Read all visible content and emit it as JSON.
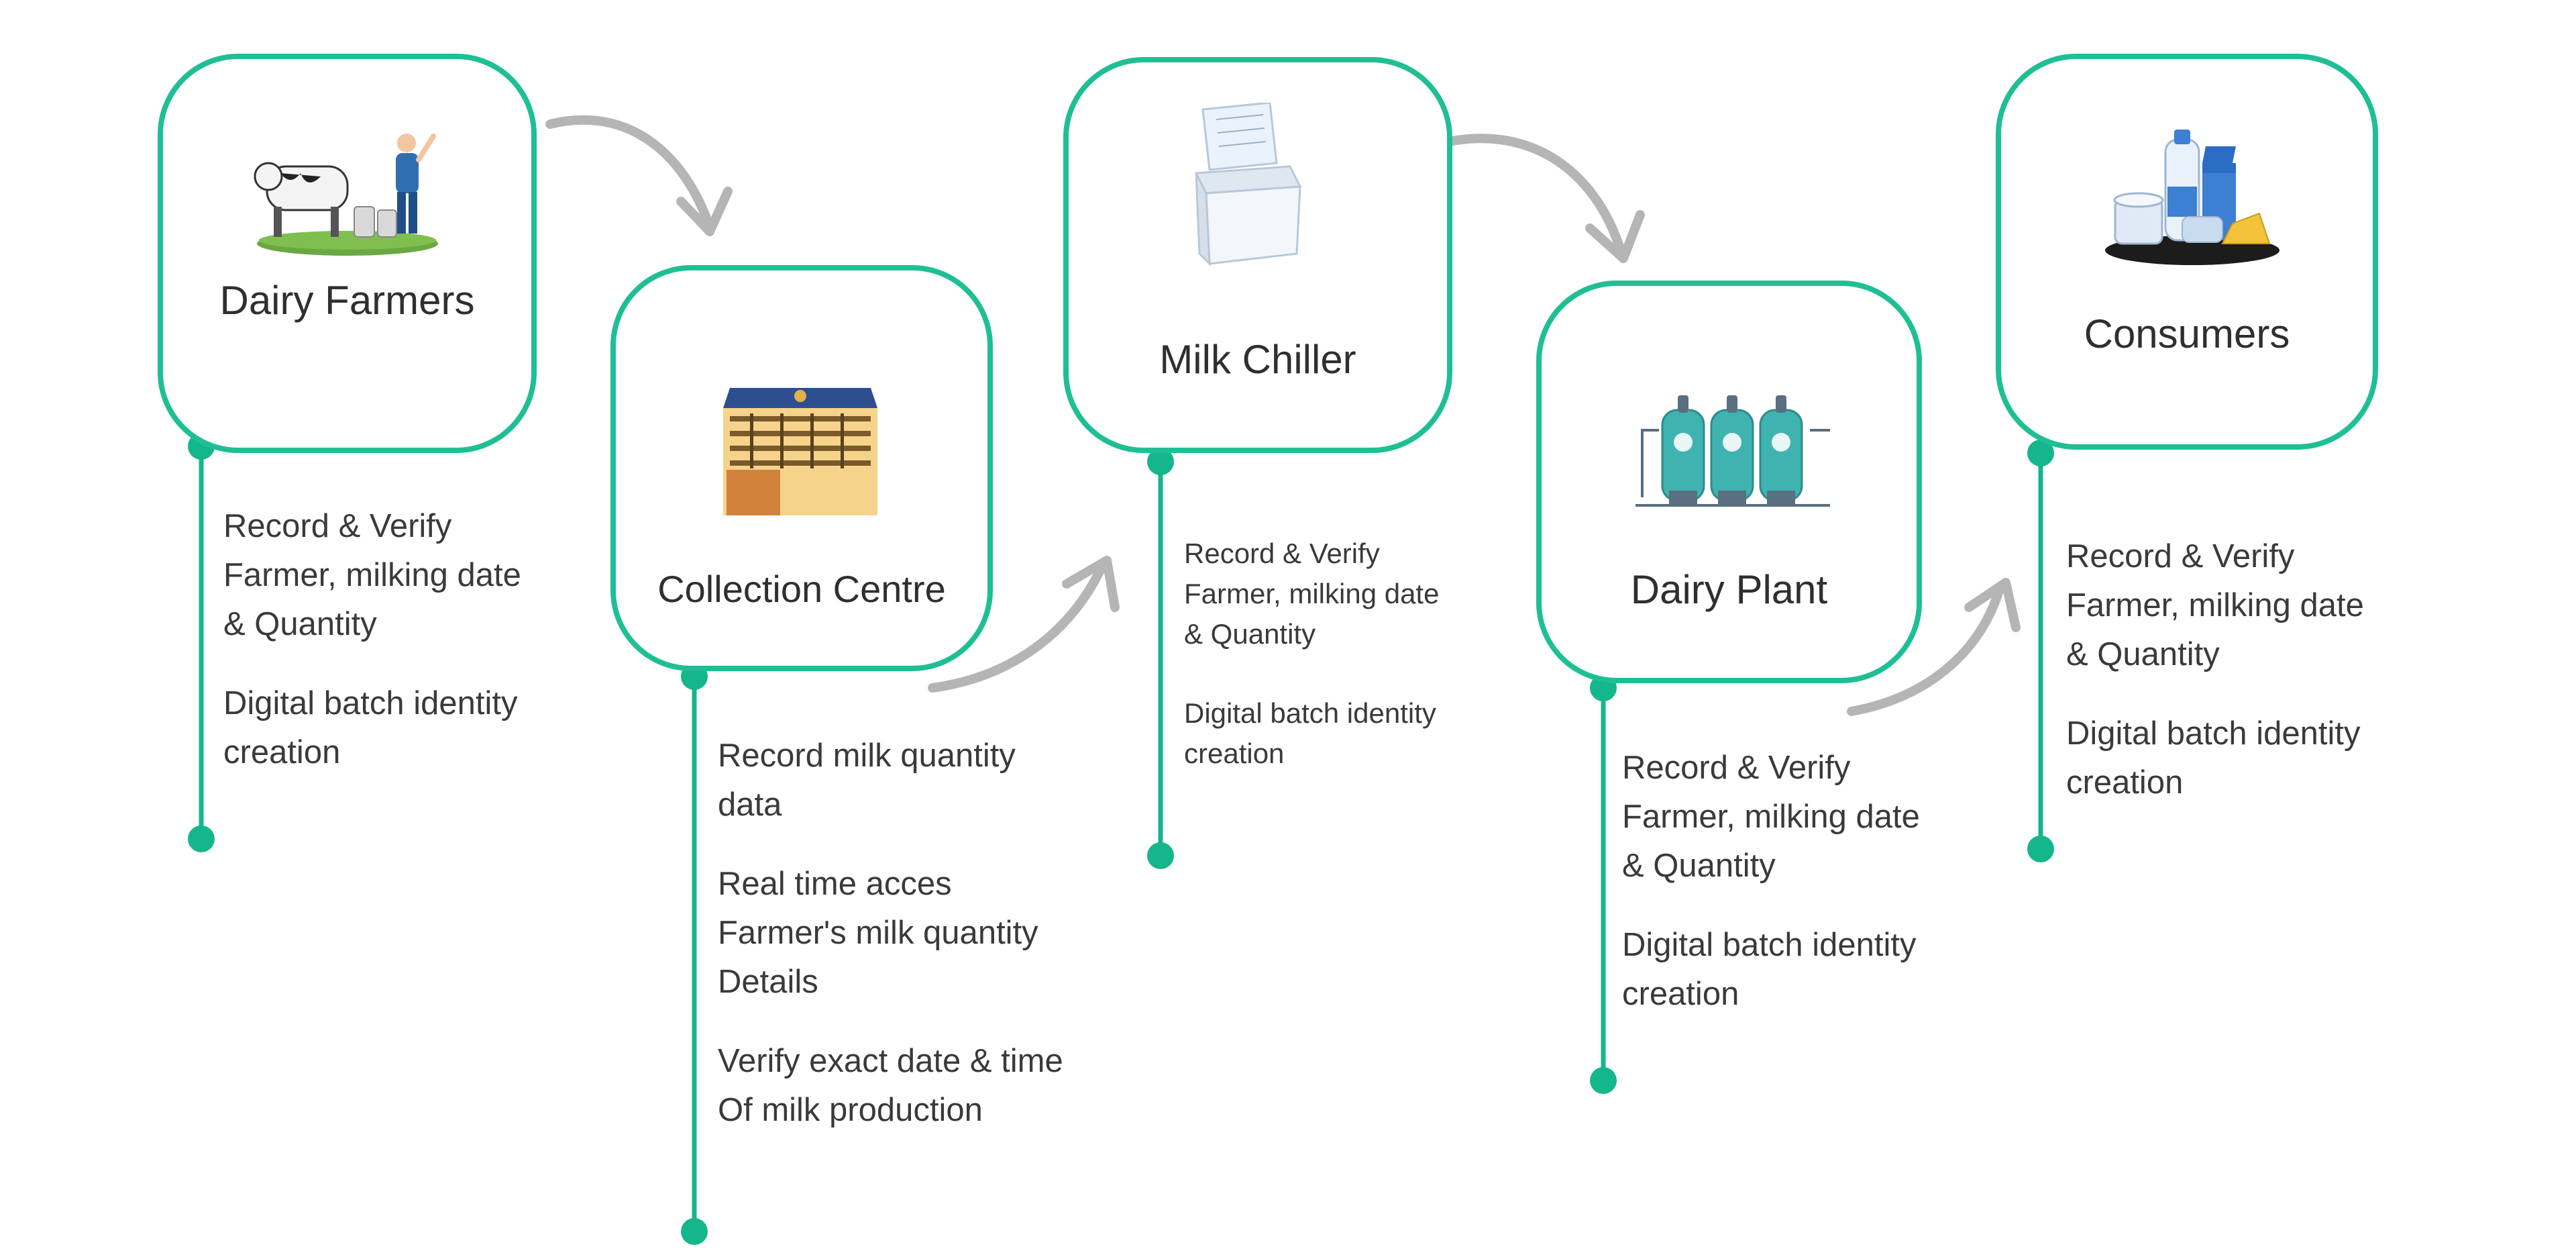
{
  "colors": {
    "accent": "#1fbf95",
    "arrow": "#b5b5b5",
    "text": "#3a3a3a"
  },
  "stages": [
    {
      "id": "dairy-farmers",
      "title": "Dairy Farmers",
      "icon": "farmer-with-cow-icon",
      "paragraphs": [
        [
          "Record & Verify",
          "Farmer, milking date",
          "& Quantity"
        ],
        [
          "Digital batch identity",
          "creation"
        ]
      ]
    },
    {
      "id": "collection-centre",
      "title": "Collection Centre",
      "icon": "collection-centre-building-icon",
      "paragraphs": [
        [
          "Record milk quantity",
          "data"
        ],
        [
          "Real time acces",
          "Farmer's milk quantity",
          "Details"
        ],
        [
          "Verify exact date & time",
          "Of milk production"
        ]
      ]
    },
    {
      "id": "milk-chiller",
      "title": "Milk Chiller",
      "icon": "chest-freezer-icon",
      "paragraphs": [
        [
          "Record & Verify",
          "Farmer, milking date",
          "& Quantity"
        ],
        [
          "Digital batch identity",
          "creation"
        ]
      ]
    },
    {
      "id": "dairy-plant",
      "title": "Dairy Plant",
      "icon": "milk-tanks-icon",
      "paragraphs": [
        [
          "Record & Verify",
          "Farmer, milking date",
          "& Quantity"
        ],
        [
          "Digital batch identity",
          "creation"
        ]
      ]
    },
    {
      "id": "consumers",
      "title": "Consumers",
      "icon": "dairy-products-icon",
      "paragraphs": [
        [
          "Record & Verify",
          "Farmer, milking date",
          "& Quantity"
        ],
        [
          "Digital batch identity",
          "creation"
        ]
      ]
    }
  ]
}
